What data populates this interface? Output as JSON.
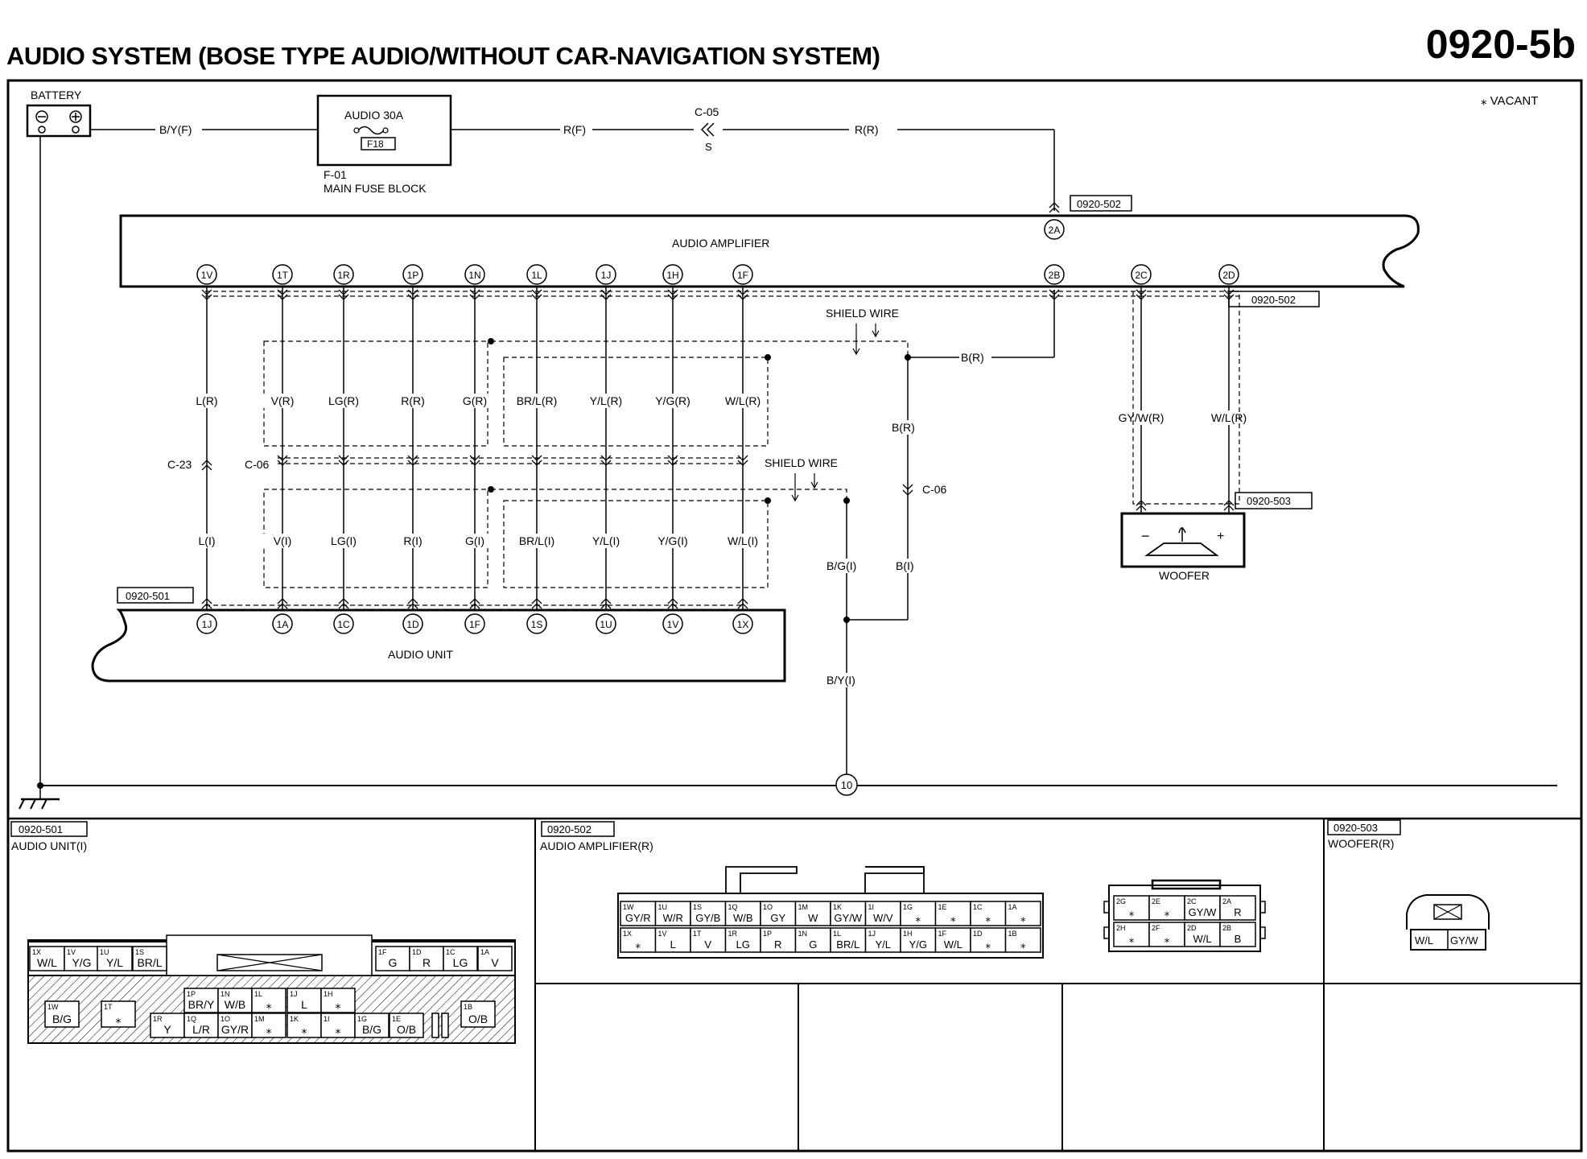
{
  "header": {
    "title": "AUDIO SYSTEM (BOSE TYPE AUDIO/WITHOUT CAR-NAVIGATION SYSTEM)",
    "page_number": "0920-5b",
    "vacant_note": "⁎ VACANT"
  },
  "power": {
    "battery_label": "BATTERY",
    "battery_wire": "B/Y(F)",
    "fuse_name": "AUDIO 30A",
    "fuse_id": "F18",
    "fuse_block_code": "F-01",
    "fuse_block_name": "MAIN FUSE BLOCK",
    "fuse_out_wire": "R(F)",
    "connector_c05": "C-05",
    "connector_c05_side": "S",
    "amp_feed_wire": "R(R)",
    "amp_ref_top": "0920-502"
  },
  "amplifier": {
    "label": "AUDIO AMPLIFIER",
    "feed_pin": "2A",
    "pins": [
      "1V",
      "1T",
      "1R",
      "1P",
      "1N",
      "1L",
      "1J",
      "1H",
      "1F",
      "2B",
      "2C",
      "2D"
    ],
    "ref": "0920-502"
  },
  "harness": {
    "upper_wires": [
      "L(R)",
      "V(R)",
      "LG(R)",
      "R(R)",
      "G(R)",
      "BR/L(R)",
      "Y/L(R)",
      "Y/G(R)",
      "W/L(R)"
    ],
    "lower_wires": [
      "L(I)",
      "V(I)",
      "LG(I)",
      "R(I)",
      "G(I)",
      "BR/L(I)",
      "Y/L(I)",
      "Y/G(I)",
      "W/L(I)"
    ],
    "connector_c23": "C-23",
    "connector_c06": "C-06",
    "shield_wire_label": "SHIELD WIRE",
    "ground_r_wire": "B(R)",
    "ground_i_wire": "B(I)",
    "shield_i_wire": "B/G(I)",
    "ground_wire": "B/Y(I)",
    "ground_point": "10"
  },
  "woofer": {
    "label": "WOOFER",
    "wires": [
      "GY/W(R)",
      "W/L(R)"
    ],
    "ref": "0920-503",
    "minus": "−",
    "plus": "+"
  },
  "audio_unit": {
    "label": "AUDIO UNIT",
    "ref": "0920-501",
    "pins": [
      "1J",
      "1A",
      "1C",
      "1D",
      "1F",
      "1S",
      "1U",
      "1V",
      "1X"
    ]
  },
  "connector_views": [
    {
      "ref": "0920-501",
      "title": "AUDIO UNIT(I)",
      "top_left_cells": [
        {
          "pin": "1X",
          "wire": "W/L"
        },
        {
          "pin": "1V",
          "wire": "Y/G"
        },
        {
          "pin": "1U",
          "wire": "Y/L"
        },
        {
          "pin": "1S",
          "wire": "BR/L"
        }
      ],
      "top_right_cells": [
        {
          "pin": "1F",
          "wire": "G"
        },
        {
          "pin": "1D",
          "wire": "R"
        },
        {
          "pin": "1C",
          "wire": "LG"
        },
        {
          "pin": "1A",
          "wire": "V"
        }
      ],
      "lower_top_cells": [
        {
          "pin": "1P",
          "wire": "BR/Y"
        },
        {
          "pin": "1N",
          "wire": "W/B"
        },
        {
          "pin": "1L",
          "wire": "⁎"
        },
        {
          "pin": "1J",
          "wire": "L"
        },
        {
          "pin": "1H",
          "wire": "⁎"
        }
      ],
      "lower_bottom_cells": [
        {
          "pin": "1R",
          "wire": "Y"
        },
        {
          "pin": "1Q",
          "wire": "L/R"
        },
        {
          "pin": "1O",
          "wire": "GY/R"
        },
        {
          "pin": "1M",
          "wire": "⁎"
        },
        {
          "pin": "1K",
          "wire": "⁎"
        },
        {
          "pin": "1I",
          "wire": "⁎"
        },
        {
          "pin": "1G",
          "wire": "B/G"
        },
        {
          "pin": "1E",
          "wire": "O/B"
        }
      ],
      "side_cells": [
        {
          "pin": "1W",
          "wire": "B/G"
        },
        {
          "pin": "1T",
          "wire": "⁎"
        },
        {
          "pin": "1B",
          "wire": "O/B"
        }
      ]
    },
    {
      "ref": "0920-502",
      "title": "AUDIO AMPLIFIER(R)",
      "row1": [
        {
          "pin": "1W",
          "wire": "GY/R"
        },
        {
          "pin": "1U",
          "wire": "W/R"
        },
        {
          "pin": "1S",
          "wire": "GY/B"
        },
        {
          "pin": "1Q",
          "wire": "W/B"
        },
        {
          "pin": "1O",
          "wire": "GY"
        },
        {
          "pin": "1M",
          "wire": "W"
        },
        {
          "pin": "1K",
          "wire": "GY/W"
        },
        {
          "pin": "1I",
          "wire": "W/V"
        },
        {
          "pin": "1G",
          "wire": "⁎"
        },
        {
          "pin": "1E",
          "wire": "⁎"
        },
        {
          "pin": "1C",
          "wire": "⁎"
        },
        {
          "pin": "1A",
          "wire": "⁎"
        }
      ],
      "row2": [
        {
          "pin": "1X",
          "wire": "⁎"
        },
        {
          "pin": "1V",
          "wire": "L"
        },
        {
          "pin": "1T",
          "wire": "V"
        },
        {
          "pin": "1R",
          "wire": "LG"
        },
        {
          "pin": "1P",
          "wire": "R"
        },
        {
          "pin": "1N",
          "wire": "G"
        },
        {
          "pin": "1L",
          "wire": "BR/L"
        },
        {
          "pin": "1J",
          "wire": "Y/L"
        },
        {
          "pin": "1H",
          "wire": "Y/G"
        },
        {
          "pin": "1F",
          "wire": "W/L"
        },
        {
          "pin": "1D",
          "wire": "⁎"
        },
        {
          "pin": "1B",
          "wire": "⁎"
        }
      ],
      "small_row1": [
        {
          "pin": "2G",
          "wire": "⁎"
        },
        {
          "pin": "2E",
          "wire": "⁎"
        },
        {
          "pin": "2C",
          "wire": "GY/W"
        },
        {
          "pin": "2A",
          "wire": "R"
        }
      ],
      "small_row2": [
        {
          "pin": "2H",
          "wire": "⁎"
        },
        {
          "pin": "2F",
          "wire": "⁎"
        },
        {
          "pin": "2D",
          "wire": "W/L"
        },
        {
          "pin": "2B",
          "wire": "B"
        }
      ]
    },
    {
      "ref": "0920-503",
      "title": "WOOFER(R)",
      "cells": [
        "W/L",
        "GY/W"
      ]
    }
  ]
}
